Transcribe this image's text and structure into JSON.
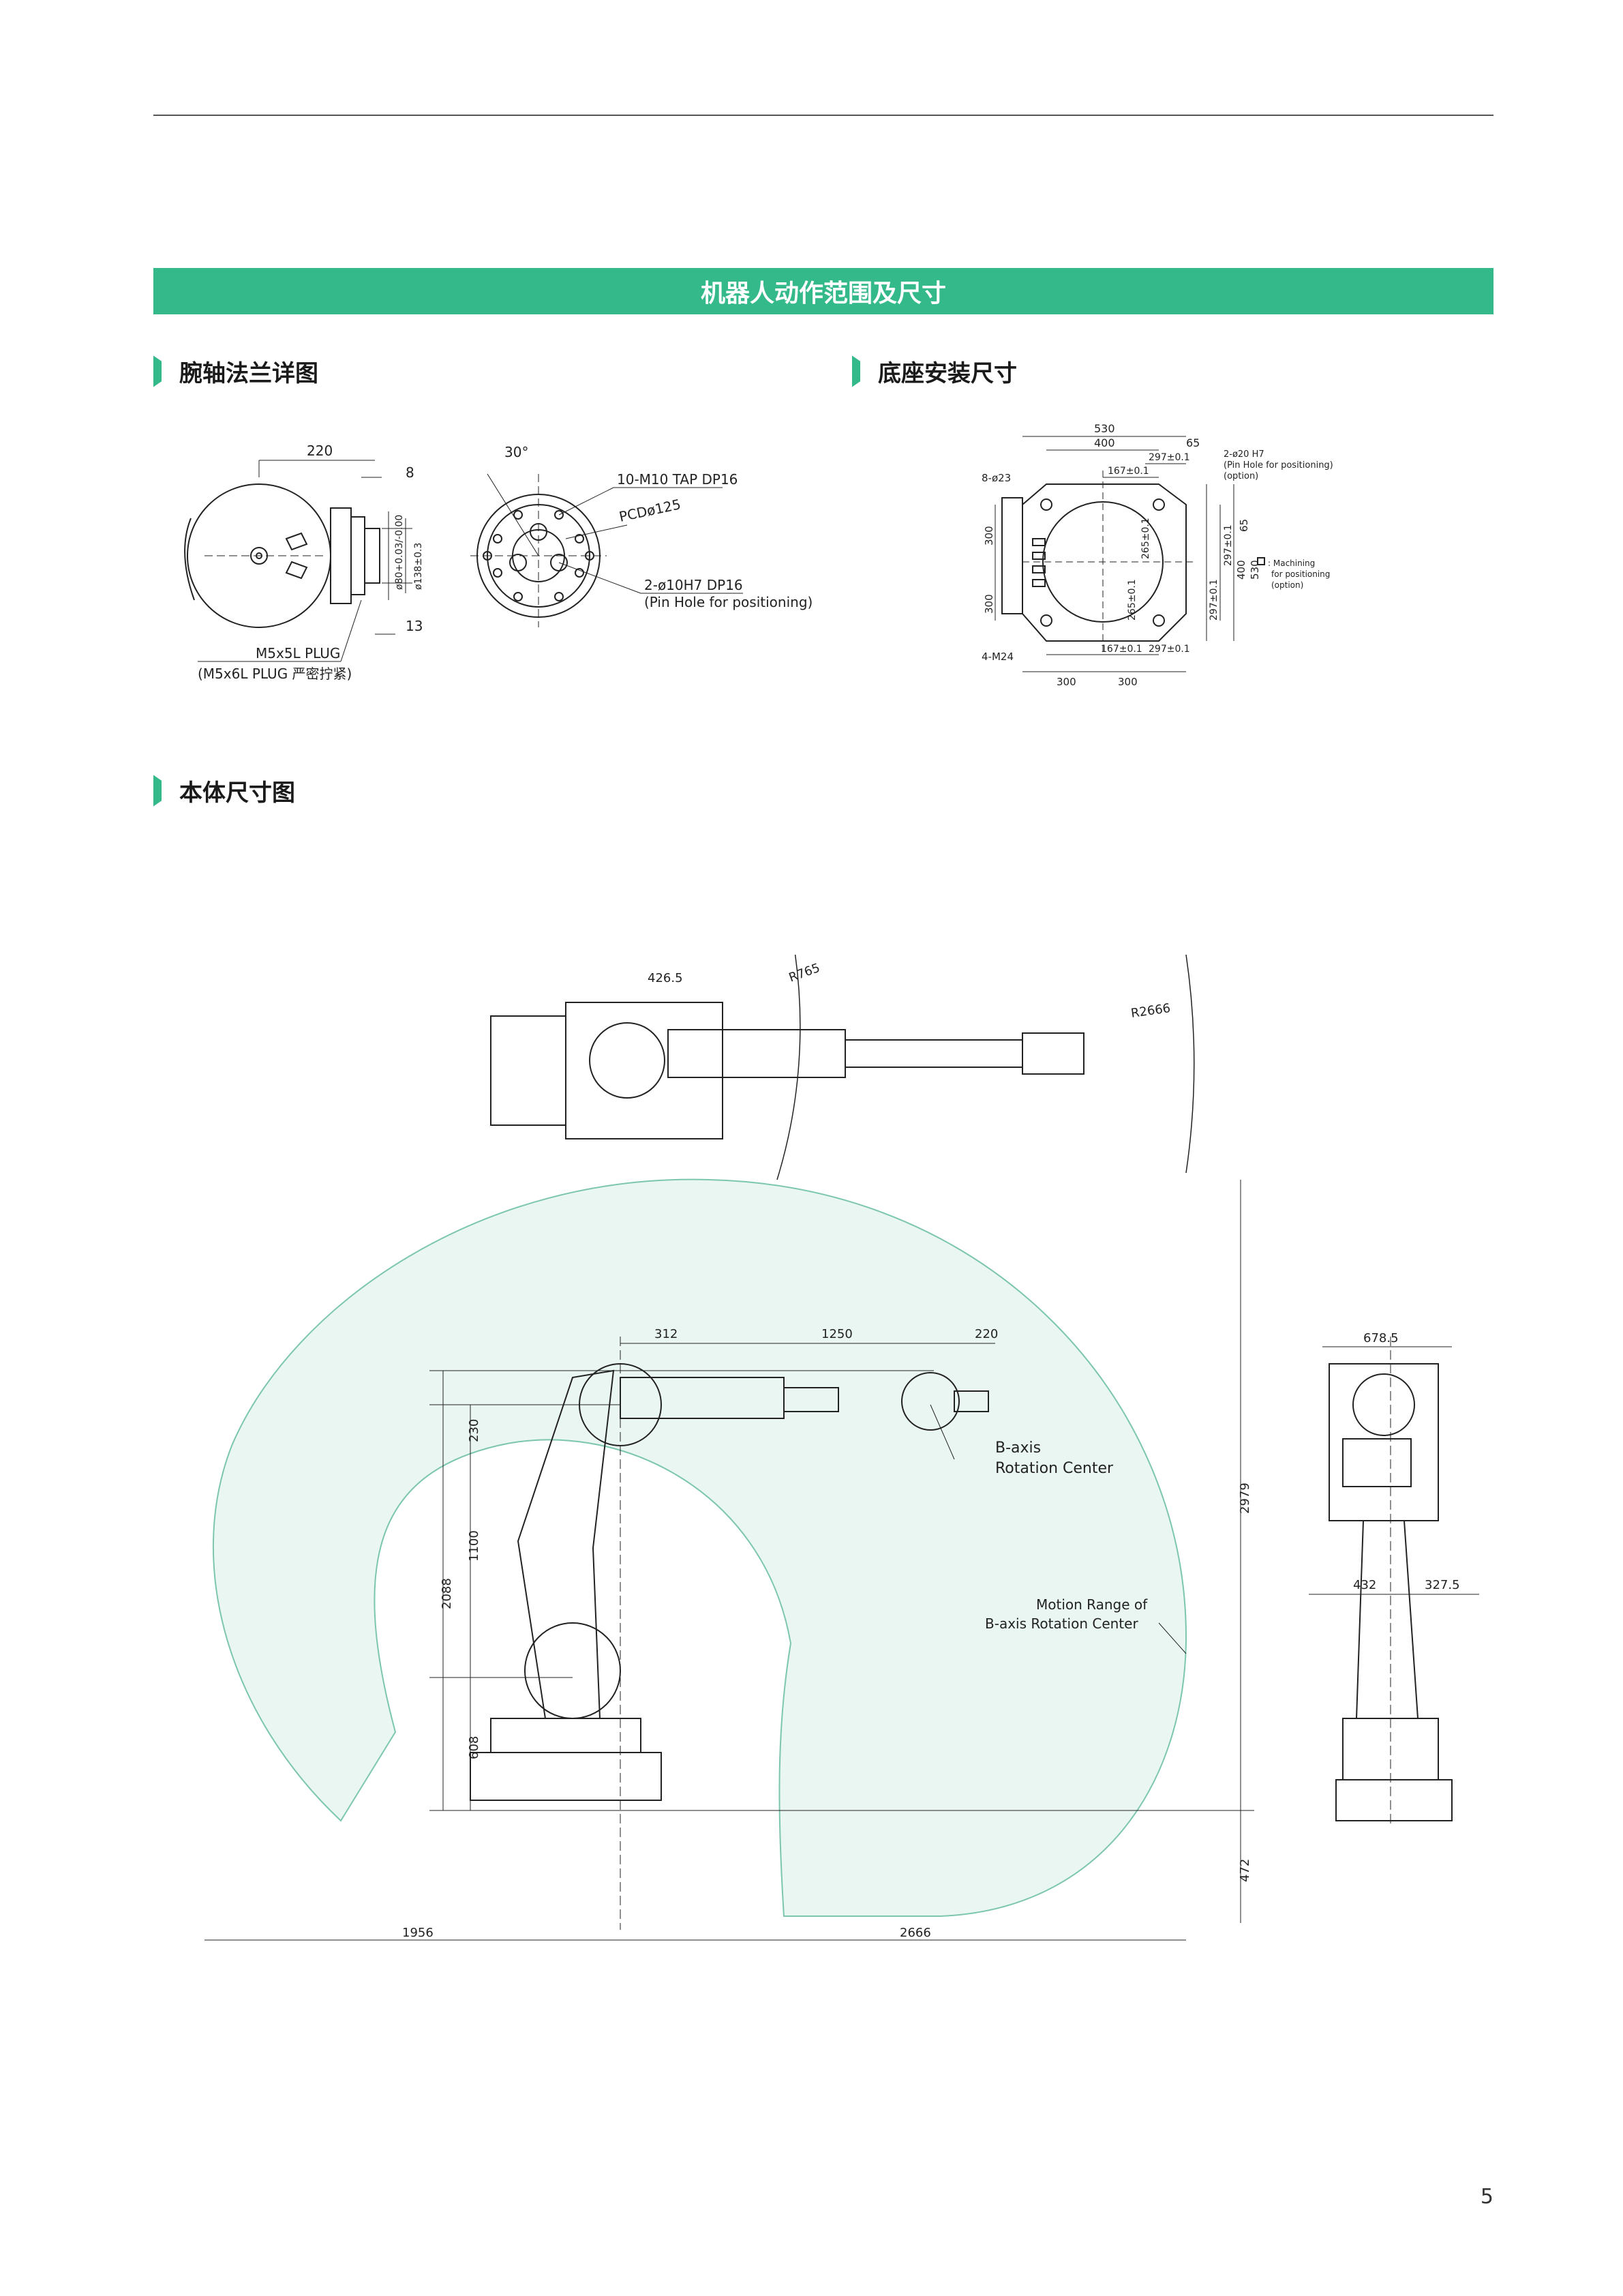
{
  "header": {
    "title": "机器人动作范围及尺寸"
  },
  "sections": {
    "wrist": "腕轴法兰详图",
    "base": "底座安装尺寸",
    "body": "本体尺寸图"
  },
  "wrist_fig": {
    "d220": "220",
    "d8": "8",
    "d13": "13",
    "a30": "30°",
    "tap": "10-M10 TAP DP16",
    "pcd": "PCDø125",
    "pin": "2-ø10H7 DP16",
    "pin_note": "(Pin Hole for positioning)",
    "d80": "ø80+0.03/-0.00",
    "d138": "ø138±0.3",
    "plug1": "M5x5L PLUG",
    "plug2": "(M5x6L PLUG 严密拧紧)"
  },
  "base_fig": {
    "w530": "530",
    "w400": "400",
    "w65": "65",
    "w297": "297±0.1",
    "w167": "167±0.1",
    "holes": "8-ø23",
    "pin": "2-ø20 H7",
    "pin_note": "(Pin Hole for positioning)",
    "option": "(option)",
    "h300a": "300",
    "h300b": "300",
    "h265a": "265±0.1",
    "h265b": "265±0.1",
    "h65": "65",
    "h297": "297±0.1",
    "h400": "400",
    "h530": "530",
    "h297b": "297±0.1",
    "m24": "4-M24",
    "b167": "167±0.1",
    "b297": "297±0.1",
    "b300a": "300",
    "b300b": "300",
    "mach1": ": Machining",
    "mach2": "for positioning",
    "mach3": "(option)"
  },
  "body_fig": {
    "d4265": "426.5",
    "r765": "R765",
    "r2666": "R2666",
    "d312": "312",
    "d1250": "1250",
    "d220": "220",
    "baxis1": "B-axis",
    "baxis2": "Rotation Center",
    "motion1": "Motion Range of",
    "motion2": "B-axis Rotation Center",
    "v230": "230",
    "v1100": "1100",
    "v2088": "2088",
    "v608": "608",
    "v2979": "2979",
    "v472": "472",
    "h1956": "1956",
    "h2666": "2666",
    "s6785": "678.5",
    "s432": "432",
    "s3275": "327.5"
  },
  "page_number": "5",
  "colors": {
    "accent": "#33b98a",
    "range_fill": "#e9f6f1",
    "range_stroke": "#7cc7ac"
  }
}
